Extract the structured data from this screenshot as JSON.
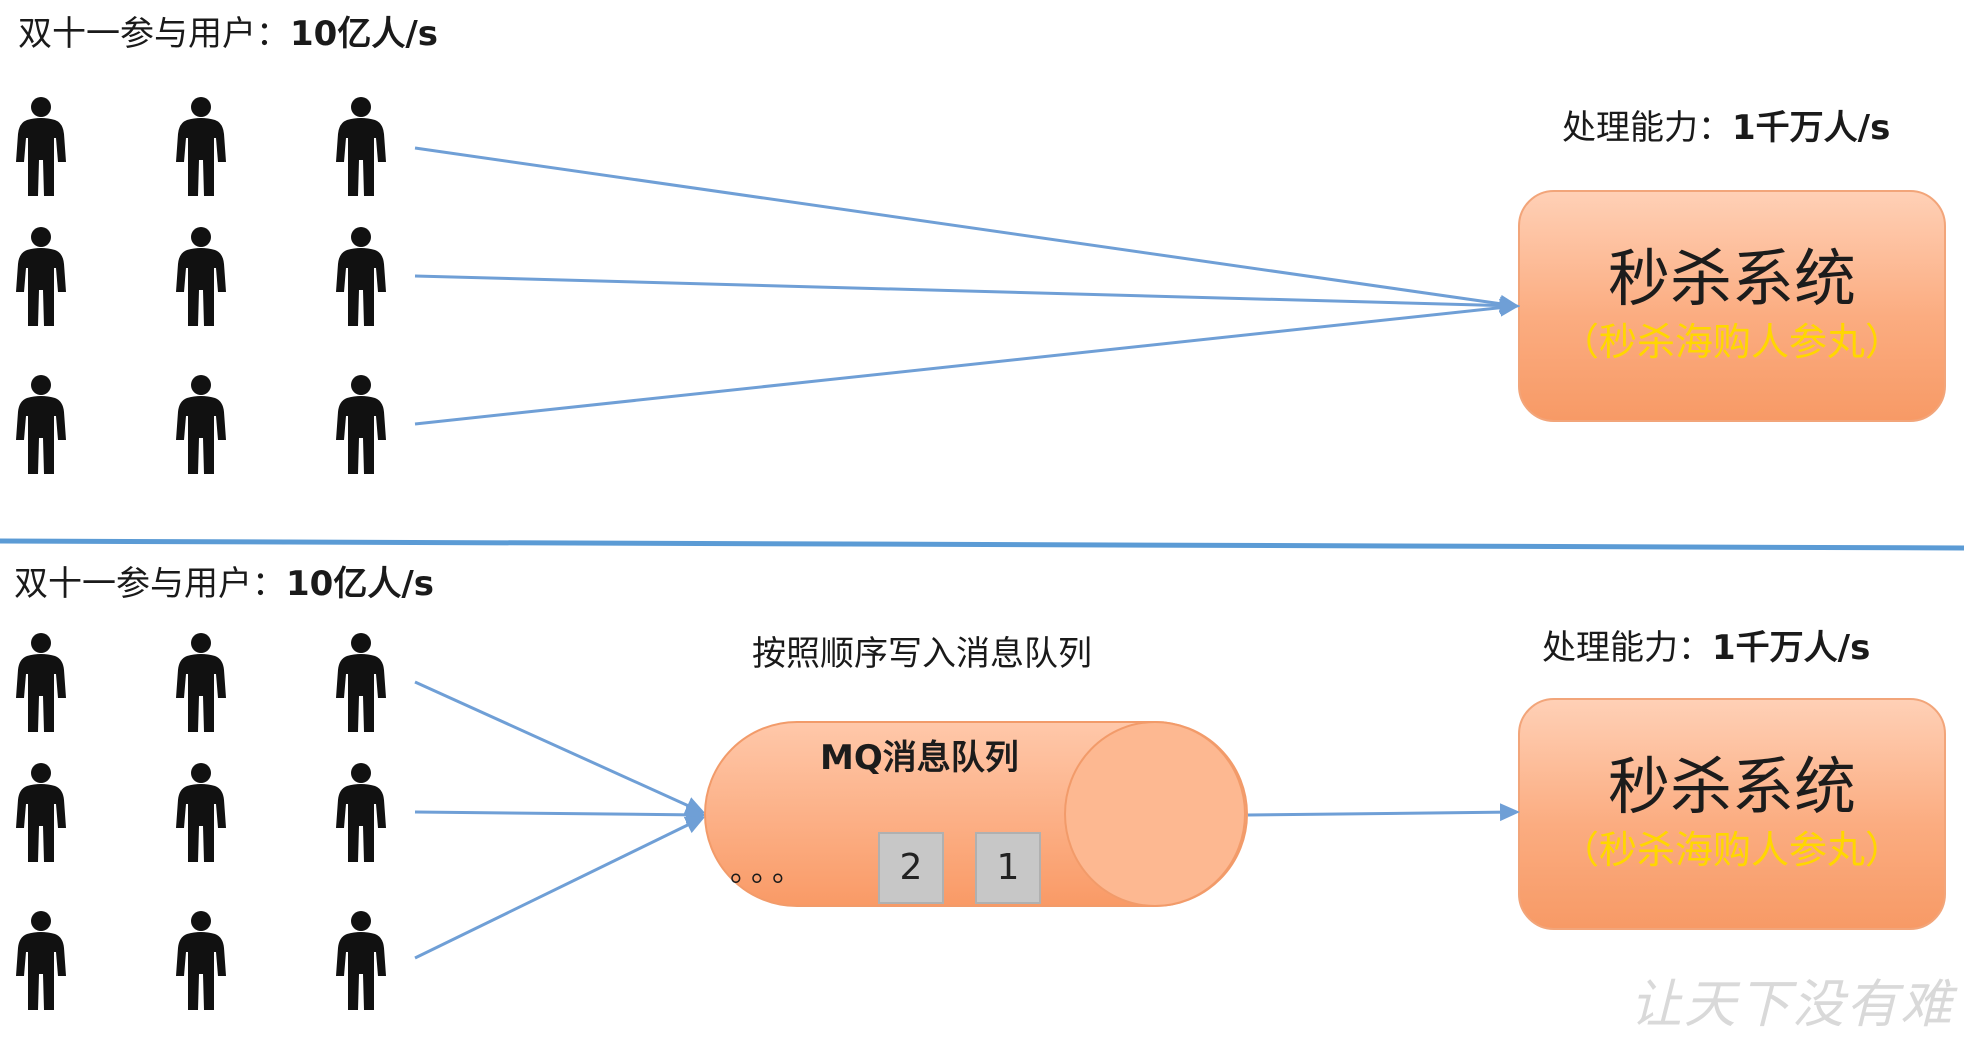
{
  "top": {
    "users_label": "双十一参与用户：",
    "users_value": "10亿人/s",
    "capacity_label": "处理能力：",
    "capacity_value": "1千万人/s",
    "system_title": "秒杀系统",
    "system_subtitle": "（秒杀海购人参丸）"
  },
  "bottom": {
    "users_label": "双十一参与用户：",
    "users_value": "10亿人/s",
    "queue_caption": "按照顺序写入消息队列",
    "queue_title": "MQ消息队列",
    "queue_dots": "。。。",
    "queue_items": [
      "2",
      "1"
    ],
    "capacity_label": "处理能力：",
    "capacity_value": "1千万人/s",
    "system_title": "秒杀系统",
    "system_subtitle": "（秒杀海购人参丸）"
  },
  "watermark": "让天下没有难",
  "colors": {
    "arrow": "#6f9fd6",
    "divider": "#5b9bd5",
    "box_fill": "#fbac80",
    "subtitle": "#ffd700",
    "person": "#111111"
  },
  "icons": [
    "person-icon"
  ]
}
